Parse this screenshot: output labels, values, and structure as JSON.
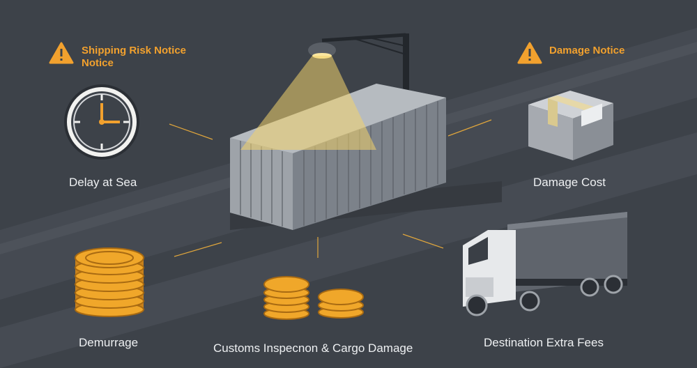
{
  "notices": {
    "shipping_risk": {
      "line1": "Shipping Risk Notice",
      "line2": "Notice",
      "icon": "warning-triangle-icon"
    },
    "damage": {
      "text": "Damage Notice",
      "icon": "warning-triangle-icon"
    }
  },
  "labels": {
    "delay": "Delay at Sea",
    "damage_cost": "Damage Cost",
    "demurrage": "Demurrage",
    "customs": "Customs Inspecnon & Cargo Damage",
    "destination": "Destination Extra Fees"
  },
  "icons": {
    "clock": "clock-icon",
    "box": "cardboard-box-icon",
    "coins_large": "coin-stack-icon",
    "coins_small": "coin-stacks-icon",
    "truck": "truck-icon",
    "container": "shipping-container-icon",
    "lamp": "spotlight-lamp-icon"
  },
  "colors": {
    "background": "#3d4249",
    "accent_orange": "#f2a12e",
    "coin_gold": "#f0a72a",
    "light_beam": "#f3d36b",
    "label_text": "#eef0f2"
  }
}
